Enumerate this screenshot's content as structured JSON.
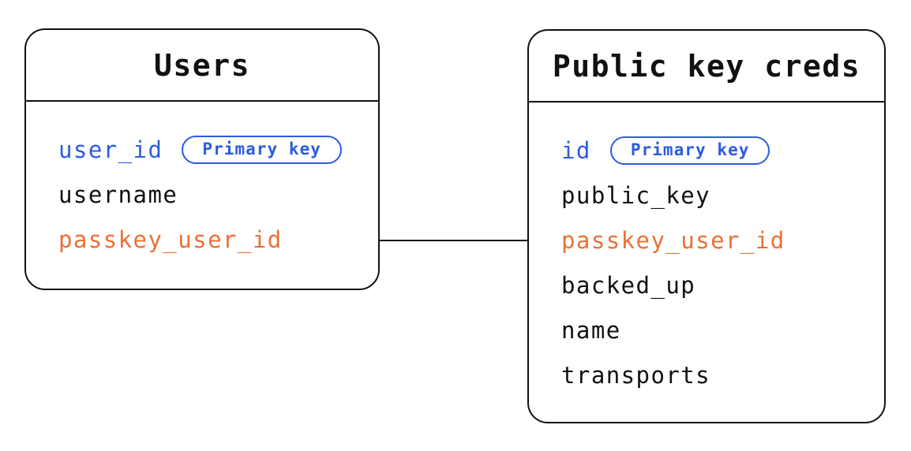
{
  "diagram": {
    "type": "entity-relationship",
    "background": "#ffffff",
    "colors": {
      "border": "#111111",
      "field_text": "#111111",
      "primary_key_blue": "#2b5ce0",
      "foreign_key_orange": "#ea7036"
    },
    "tables": [
      {
        "title": "Users",
        "fields": [
          {
            "name": "user_id",
            "badge": "Primary key"
          },
          {
            "name": "username"
          },
          {
            "name": "passkey_user_id"
          }
        ]
      },
      {
        "title": "Public key creds",
        "fields": [
          {
            "name": "id",
            "badge": "Primary key"
          },
          {
            "name": "public_key"
          },
          {
            "name": "passkey_user_id"
          },
          {
            "name": "backed_up"
          },
          {
            "name": "name"
          },
          {
            "name": "transports"
          }
        ]
      }
    ],
    "relationship": {
      "from": "Users.passkey_user_id",
      "to": "Public key creds.passkey_user_id"
    }
  }
}
